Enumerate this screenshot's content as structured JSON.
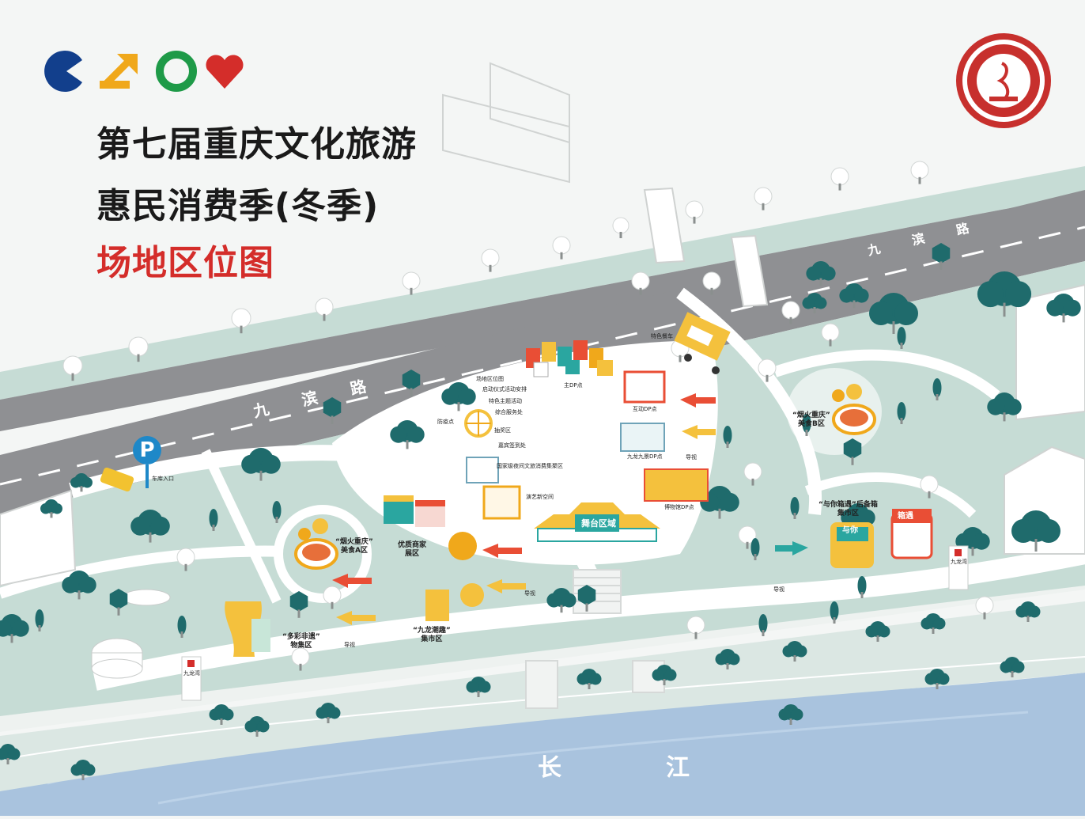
{
  "title": {
    "line1": "第七届重庆文化旅游",
    "line2": "惠民消费季(冬季)",
    "line3": "场地区位图"
  },
  "colors": {
    "road": "#8f9093",
    "green_area": "#c6dcd5",
    "river": "#a9c3de",
    "tree_dark": "#1f6b6c",
    "title_red": "#d42d2a",
    "logo_blue": "#123f8c",
    "logo_yellow": "#f0a81b",
    "logo_green": "#1e9a48",
    "logo_red": "#d42d2a"
  },
  "icons": [
    "pacman-blue-icon",
    "arrow-yellow-icon",
    "ring-green-icon",
    "heart-red-icon",
    "parking-icon",
    "seal-emblem"
  ],
  "road": {
    "top_label": "九 滨 路",
    "main_label": "九 滨 路"
  },
  "river": {
    "label_1": "长",
    "label_2": "江"
  },
  "parking": {
    "symbol": "P",
    "label": "车库入口"
  },
  "zones": {
    "food_a": [
      "“烟火重庆”",
      "美食A区"
    ],
    "food_b": [
      "“烟火重庆”",
      "美食B区"
    ],
    "quality_merchants": [
      "优质商家",
      "展区"
    ],
    "intangible_market": [
      "“多彩非遗”",
      "物集区"
    ],
    "jiulong_market": [
      "“九龙潮趣”",
      "集市区"
    ],
    "yuni_market": [
      "“与你箱遇”后备箱",
      "集市区"
    ],
    "stage": "舞台区域",
    "main_dp": "主DP点",
    "interactive_dp": "互动DP点",
    "jiulong_dp": "九龙九景DP点",
    "museum_dp": "博物馆DP点",
    "food_truck": "特色餐车",
    "art_space": "演艺新空间",
    "night_culture": "国家级夜间文旅消费集聚区",
    "epidemic": "防疫点",
    "lottery": "抽奖区",
    "guest_signin": "嘉宾签到处"
  },
  "site_list": [
    "场地区位图",
    "启动仪式活动安排",
    "特色主题活动",
    "综合服务处"
  ],
  "guides": [
    "导视",
    "导视",
    "导视",
    "导视"
  ],
  "signposts": [
    "九龙湾",
    "九龙湾"
  ],
  "truck_labels": [
    "与你",
    "箱遇"
  ]
}
